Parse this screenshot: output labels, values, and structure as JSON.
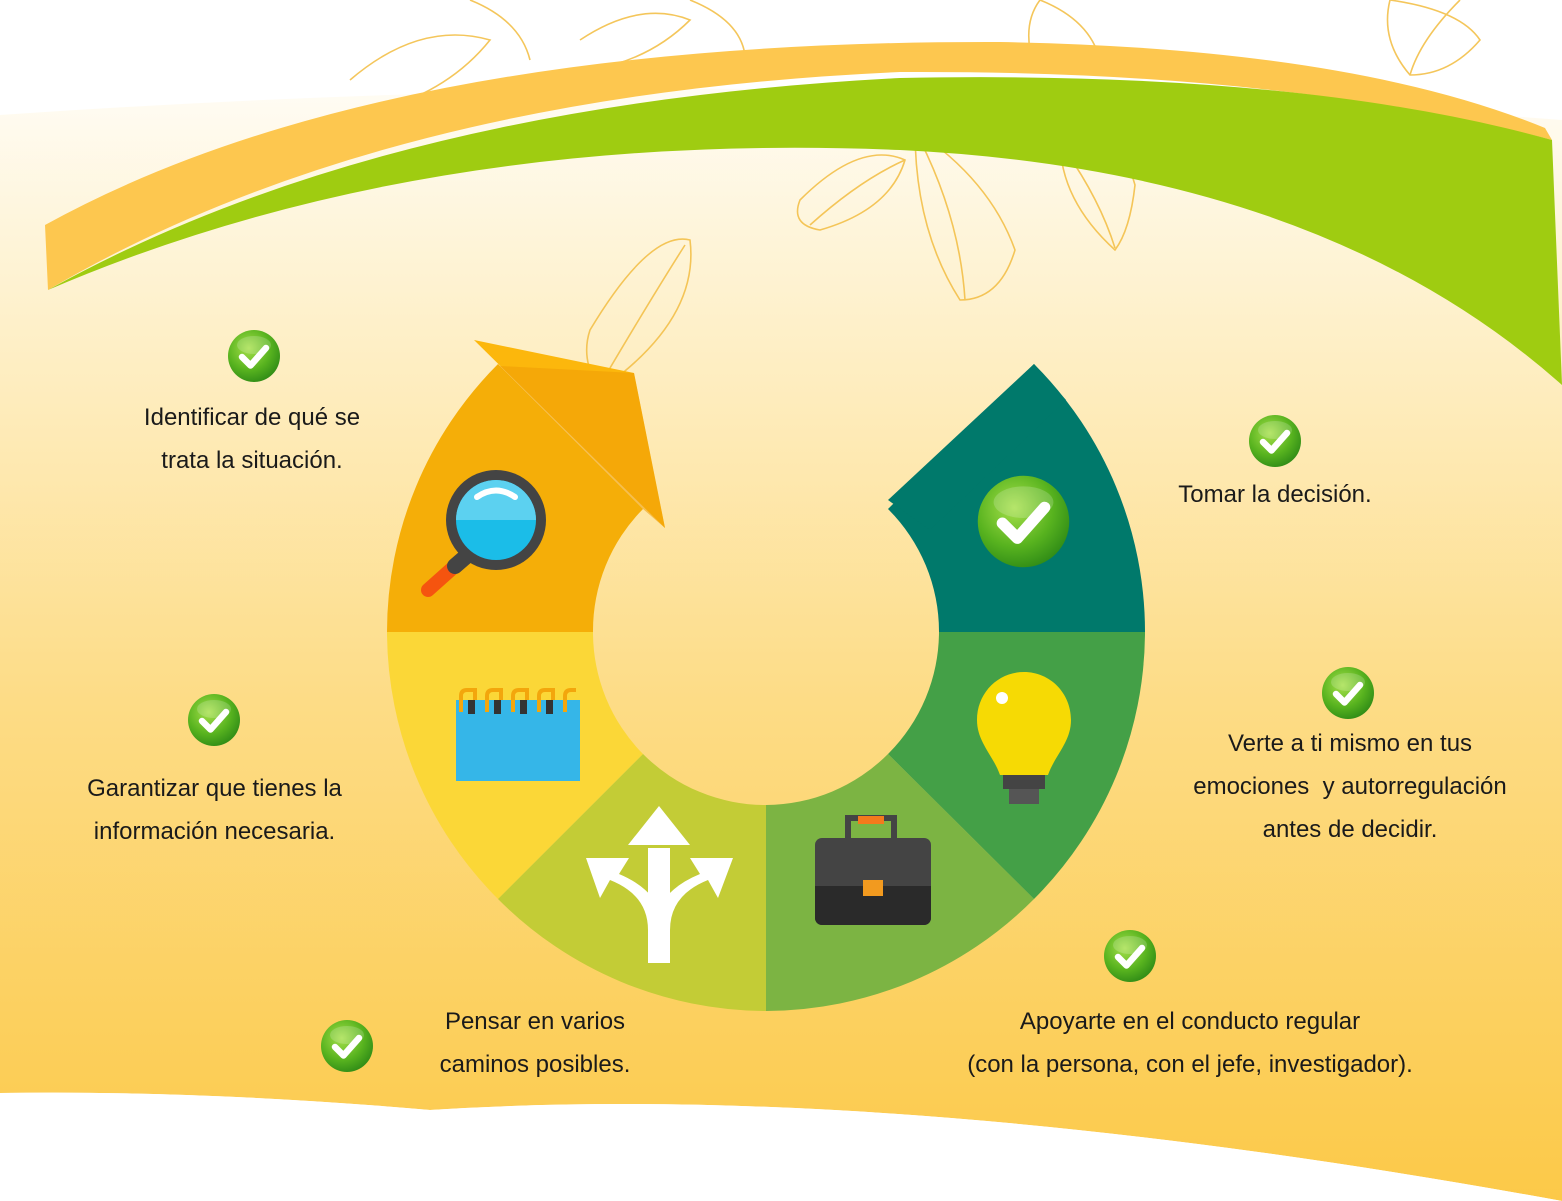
{
  "steps": [
    {
      "id": "identificar",
      "lines": [
        "Identificar de qué se",
        "trata la situación."
      ],
      "icon": "magnifier-icon",
      "color": "#F5AE08"
    },
    {
      "id": "garantizar",
      "lines": [
        "Garantizar que tienes la",
        "información necesaria."
      ],
      "icon": "notepad-icon",
      "color": "#FBD737"
    },
    {
      "id": "pensar",
      "lines": [
        "Pensar en varios",
        "caminos posibles."
      ],
      "icon": "three-way-arrows-icon",
      "color": "#C3CC36"
    },
    {
      "id": "apoyarte",
      "lines": [
        "Apoyarte en el conducto regular",
        "(con la persona, con el jefe, investigador)."
      ],
      "icon": "briefcase-icon",
      "color": "#7CB443"
    },
    {
      "id": "verte",
      "lines": [
        "Verte a ti mismo en tus",
        "emociones  y autorregulación",
        "antes de decidir."
      ],
      "icon": "lightbulb-icon",
      "color": "#44A047"
    },
    {
      "id": "tomar",
      "lines": [
        "Tomar la decisión."
      ],
      "icon": "checkmark-icon",
      "color": "#00796B"
    }
  ],
  "colors": {
    "background_light": "#FEF3D4",
    "background_warm": "#FCCC48",
    "green_band": "#9FCC11",
    "orange_band": "#FDC74F",
    "arrow_head": "#FCB70C",
    "check_green": "#5BB51C",
    "leaf_outline": "#F3C04A"
  }
}
